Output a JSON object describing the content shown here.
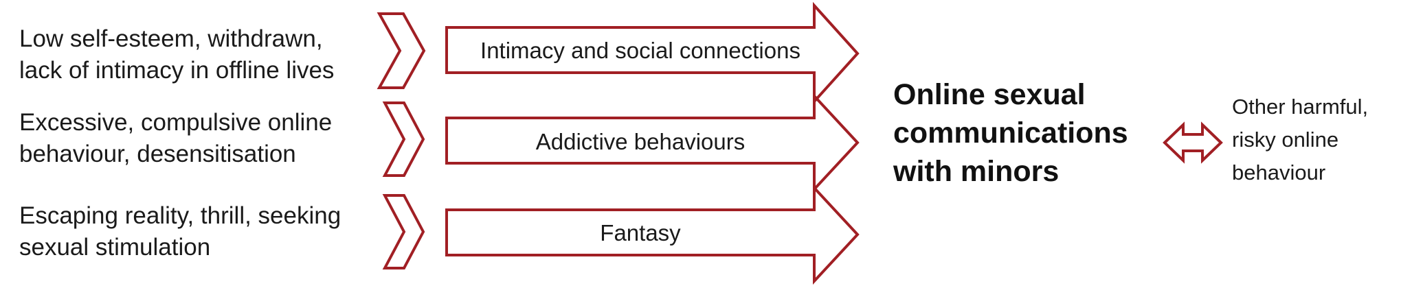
{
  "colors": {
    "arrow_stroke": "#a11f24",
    "text": "#1a1a1a",
    "background": "#ffffff"
  },
  "causes": [
    {
      "lines": [
        "Low self-esteem, withdrawn,",
        "lack of intimacy in offline lives"
      ]
    },
    {
      "lines": [
        "Excessive, compulsive online",
        "behaviour, desensitisation"
      ]
    },
    {
      "lines": [
        "Escaping reality, thrill, seeking",
        "sexual stimulation"
      ]
    }
  ],
  "pathways": [
    {
      "label": "Intimacy and social connections"
    },
    {
      "label": "Addictive behaviours"
    },
    {
      "label": "Fantasy"
    }
  ],
  "outcome": {
    "lines": [
      "Online sexual",
      "communications",
      "with minors"
    ]
  },
  "related": {
    "lines": [
      "Other harmful,",
      "risky online",
      "behaviour"
    ]
  },
  "icons": {
    "chevrons": "chevron-right-icon",
    "connector": "double-headed-arrow-icon"
  }
}
